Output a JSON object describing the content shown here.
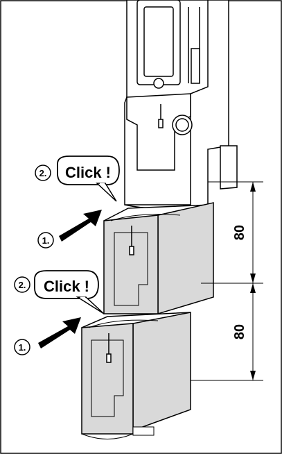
{
  "callouts": {
    "upper": {
      "step1": "1.",
      "step2": "2.",
      "click": "Click !"
    },
    "lower": {
      "step1": "1.",
      "step2": "2.",
      "click": "Click !"
    }
  },
  "dimensions": {
    "upper": "80",
    "lower": "80"
  },
  "colors": {
    "line": "#000000",
    "module_fill": "#d9d9d9",
    "module_face": "#ffffff",
    "background": "#ffffff"
  }
}
